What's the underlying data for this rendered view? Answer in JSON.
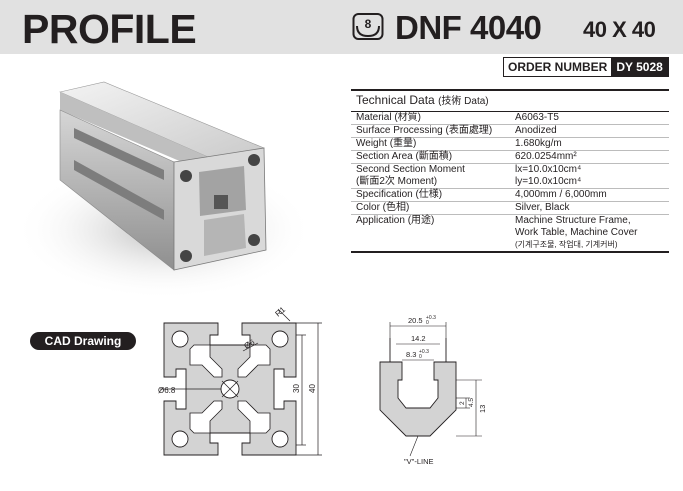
{
  "header": {
    "title": "PROFILE",
    "code_number": "8",
    "model": "DNF 4040",
    "size": "40 X 40"
  },
  "order": {
    "label": "ORDER NUMBER",
    "value": "DY 5028"
  },
  "technical": {
    "title": "Technical Data",
    "title_sub": "(技術 Data)",
    "rows": [
      {
        "k": "Material (材質)",
        "v": "A6063-T5"
      },
      {
        "k": "Surface Processing (表面處理)",
        "v": "Anodized"
      },
      {
        "k": "Weight (重量)",
        "v": "1.680kg/m"
      },
      {
        "k": "Section Area (斷面積)",
        "v": "620.0254mm²"
      },
      {
        "k": "Second Section Moment",
        "v": "lx=10.0x10cm⁴"
      },
      {
        "k": "(斷面2次 Moment)",
        "v": "ly=10.0x10cm⁴"
      },
      {
        "k": "Specification (仕様)",
        "v": "4,000mm / 6,000mm"
      },
      {
        "k": "Color (色相)",
        "v": "Silver, Black"
      },
      {
        "k": "Application (用途)",
        "v": "Machine Structure Frame,"
      },
      {
        "k": "",
        "v": "Work Table, Machine Cover"
      },
      {
        "k": "",
        "v": "(기계구조물, 작업대, 기계커버)"
      }
    ]
  },
  "cad": {
    "label": "CAD Drawing",
    "dims": {
      "r1": "R1",
      "d6": "Ø6",
      "d68": "Ø6.8",
      "w30": "30",
      "w40": "40",
      "slot_top": "20.5",
      "slot_top_tol": "+0.3",
      "slot_top_tol2": "0",
      "slot_mid": "14.2",
      "slot_inner": "8.3",
      "slot_inner_tol": "+0.3",
      "slot_inner_tol2": "0",
      "h2": "2",
      "h45": "4.5",
      "h13": "13",
      "vline": "\"V\"-LINE"
    }
  }
}
